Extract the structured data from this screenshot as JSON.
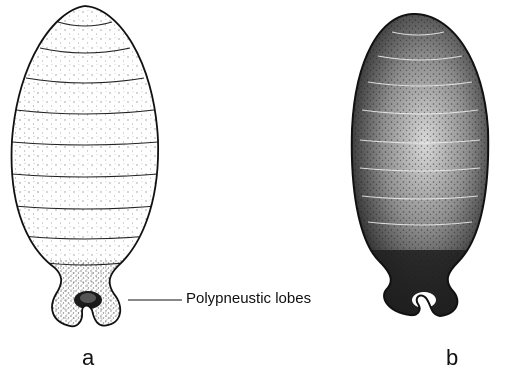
{
  "annotation": {
    "text": "Polypneustic lobes"
  },
  "panels": [
    {
      "label": "a",
      "fill": "#ffffff",
      "stipple": "#7a7a7a"
    },
    {
      "label": "b",
      "fill": "#2b2b2b",
      "highlight": "#cfcfcf"
    }
  ]
}
